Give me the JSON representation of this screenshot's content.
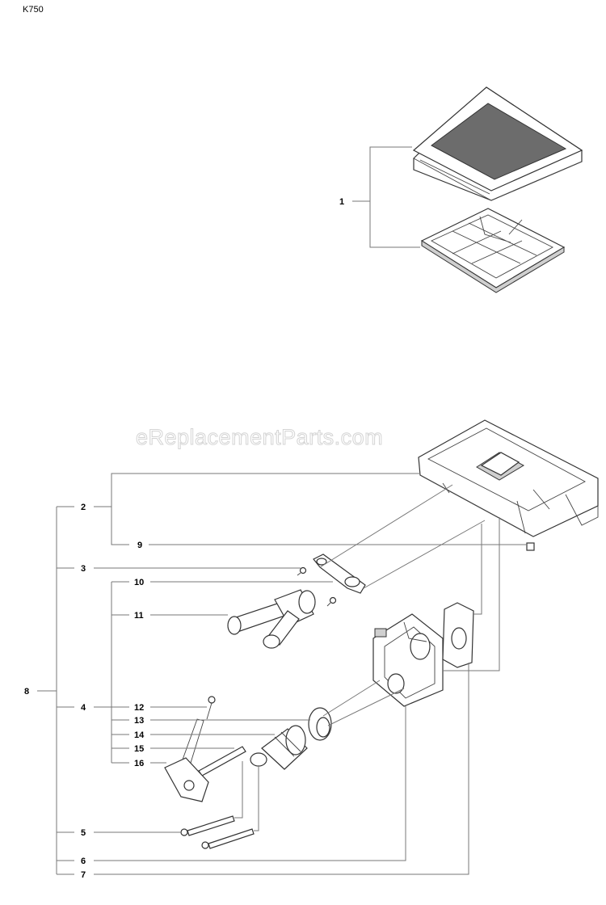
{
  "diagram": {
    "model": "K750",
    "watermark": "eReplacementParts.com",
    "callouts": {
      "c1": "1",
      "c2": "2",
      "c3": "3",
      "c4": "4",
      "c5": "5",
      "c6": "6",
      "c7": "7",
      "c8": "8",
      "c9": "9",
      "c10": "10",
      "c11": "11",
      "c12": "12",
      "c13": "13",
      "c14": "14",
      "c15": "15",
      "c16": "16"
    }
  }
}
